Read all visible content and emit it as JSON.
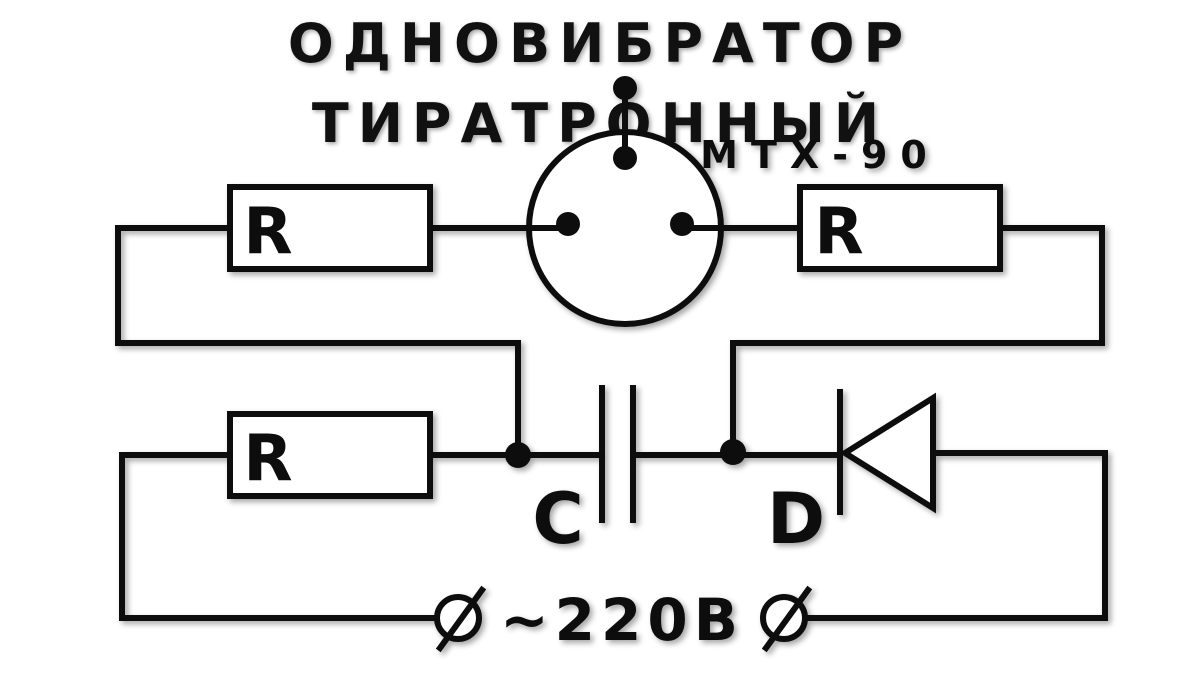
{
  "title": "ОДНОВИБРАТОР ТИРАТРОННЫЙ",
  "tube_label": "МТХ-90",
  "components": {
    "resistor_top_left": "R",
    "resistor_top_right": "R",
    "resistor_bottom_left": "R",
    "capacitor": "C",
    "diode": "D"
  },
  "supply_label": "~220В",
  "terminal_symbol": "∅"
}
